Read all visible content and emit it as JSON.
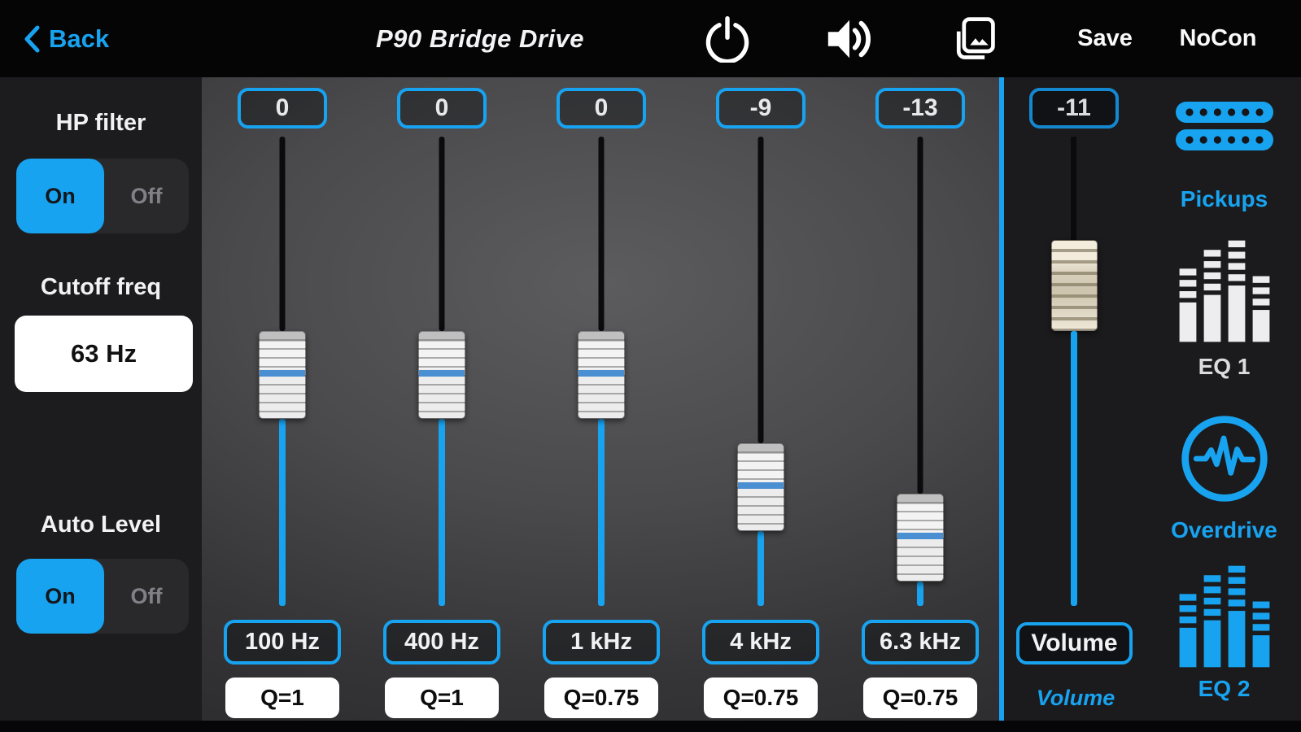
{
  "topbar": {
    "back_label": "Back",
    "title": "P90 Bridge Drive",
    "save_label": "Save",
    "nocon_label": "NoCon",
    "icons": [
      "power-icon",
      "speaker-icon",
      "photos-icon"
    ]
  },
  "left_panel": {
    "hp_filter": {
      "label": "HP filter",
      "on_label": "On",
      "off_label": "Off",
      "value": "On"
    },
    "cutoff": {
      "label": "Cutoff freq",
      "value": "63 Hz"
    },
    "auto_level": {
      "label": "Auto Level",
      "on_label": "On",
      "off_label": "Off",
      "value": "On"
    }
  },
  "eq": {
    "bands": [
      {
        "gain": "0",
        "freq": "100 Hz",
        "q": "Q=1"
      },
      {
        "gain": "0",
        "freq": "400 Hz",
        "q": "Q=1"
      },
      {
        "gain": "0",
        "freq": "1 kHz",
        "q": "Q=0.75"
      },
      {
        "gain": "-9",
        "freq": "4 kHz",
        "q": "Q=0.75"
      },
      {
        "gain": "-13",
        "freq": "6.3 kHz",
        "q": "Q=0.75"
      }
    ]
  },
  "volume": {
    "value": "-11",
    "box_label": "Volume",
    "caption": "Volume"
  },
  "nav": {
    "items": [
      {
        "label": "Pickups",
        "icon": "pickup-humbucker-icon",
        "active": false
      },
      {
        "label": "EQ 1",
        "icon": "eq-bars-icon",
        "active": true
      },
      {
        "label": "Overdrive",
        "icon": "overdrive-wave-icon",
        "active": false
      },
      {
        "label": "EQ 2",
        "icon": "eq-bars-icon",
        "active": false
      }
    ]
  },
  "colors": {
    "accent": "#18a3f0",
    "cap_stripe": "#4a8fd2",
    "panel_bg": "#1c1c1e",
    "main_bg_center": "#5c5c5e",
    "main_bg_edge": "#28282a"
  }
}
